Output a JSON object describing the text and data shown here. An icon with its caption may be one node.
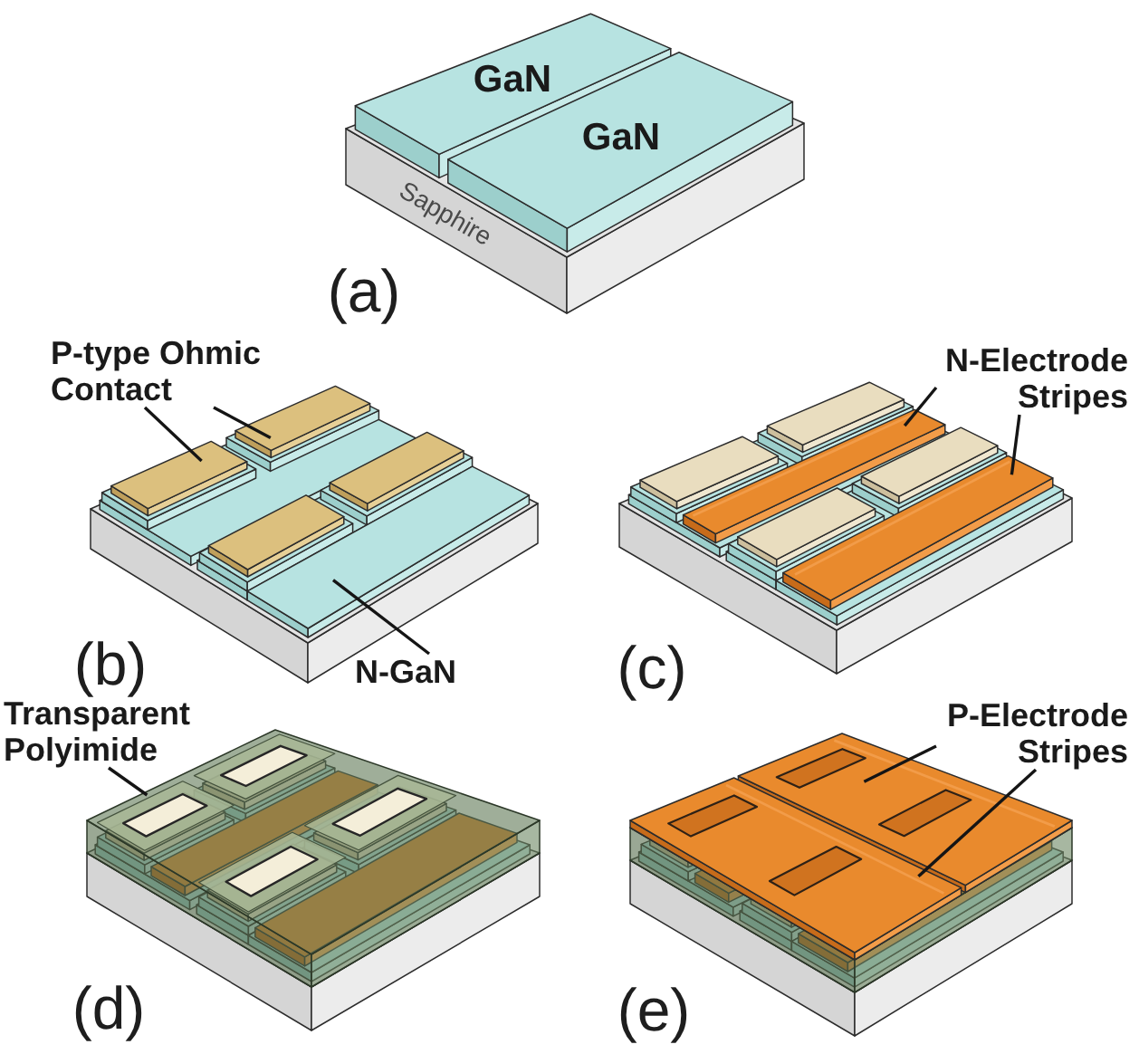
{
  "diagram": {
    "nodes": [
      {
        "text": [
          "P-type Ohmic Contact"
        ]
      },
      {
        "text": [],
        "shape": "box"
      },
      {
        "text": [],
        "shape": "box"
      },
      {
        "text": [
          "N-GaN"
        ]
      },
      {
        "text": [],
        "shape": "box"
      },
      {
        "text": [
          "N-Electrode Stripes"
        ]
      },
      {
        "text": [],
        "shape": "bar"
      },
      {
        "text": [],
        "shape": "bar"
      },
      {
        "text": [
          "Transparent Polyimide"
        ]
      },
      {
        "text": [],
        "shape": "box"
      },
      {
        "text": [
          "P-Electrode Stripes"
        ]
      },
      {
        "text": [],
        "shape": "bar"
      },
      {
        "text": [],
        "shape": "bar"
      }
    ],
    "edges": [
      {
        "from": 0,
        "to": 1,
        "arrow": "none"
      },
      {
        "from": 0,
        "to": 2,
        "arrow": "none"
      },
      {
        "from": 3,
        "to": 4,
        "arrow": "none"
      },
      {
        "from": 5,
        "to": 6,
        "arrow": "none"
      },
      {
        "from": 5,
        "to": 7,
        "arrow": "none"
      },
      {
        "from": 8,
        "to": 9,
        "arrow": "none"
      },
      {
        "from": 10,
        "to": 11,
        "arrow": "none"
      },
      {
        "from": 10,
        "to": 12,
        "arrow": "none"
      }
    ],
    "labels": [
      "GaN",
      "GaN",
      "Sapphire",
      "(a)",
      "(b)",
      "(c)",
      "(d)",
      "(e)"
    ]
  }
}
